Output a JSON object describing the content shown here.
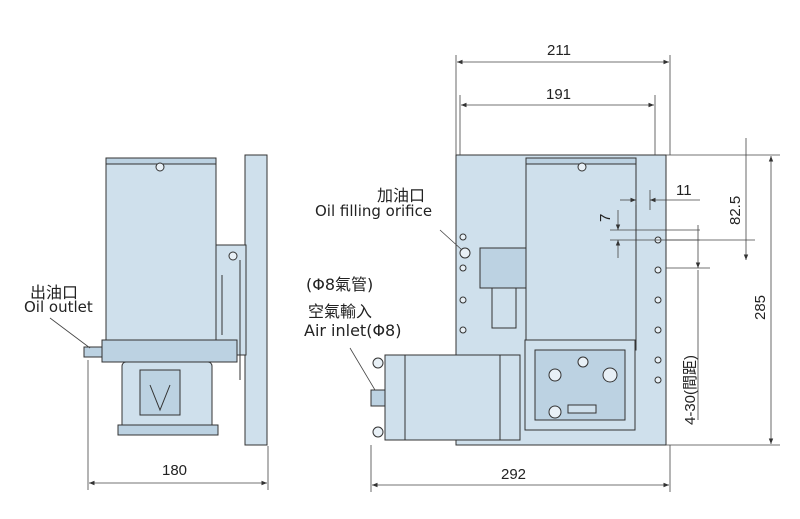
{
  "left_view": {
    "outlet_label_cn": "出油口",
    "outlet_label_en": "Oil outlet",
    "width_dim": "180"
  },
  "right_view": {
    "width_dim_top": "211",
    "width_dim_second": "191",
    "width_dim_bottom": "292",
    "height_dim": "285",
    "height_dim_upper": "82.5",
    "dim_11": "11",
    "dim_7": "7",
    "hole_spec": "4-30(間距)",
    "filling_label_cn": "加油口",
    "filling_label_en": "Oil filling orifice",
    "air_pipe_label": "(Φ8氣管)",
    "air_inlet_label_cn": "空氣輸入",
    "air_inlet_label_en": "Air inlet(Φ8)"
  },
  "colors": {
    "body": "#cfe0ec",
    "line": "#333333"
  }
}
